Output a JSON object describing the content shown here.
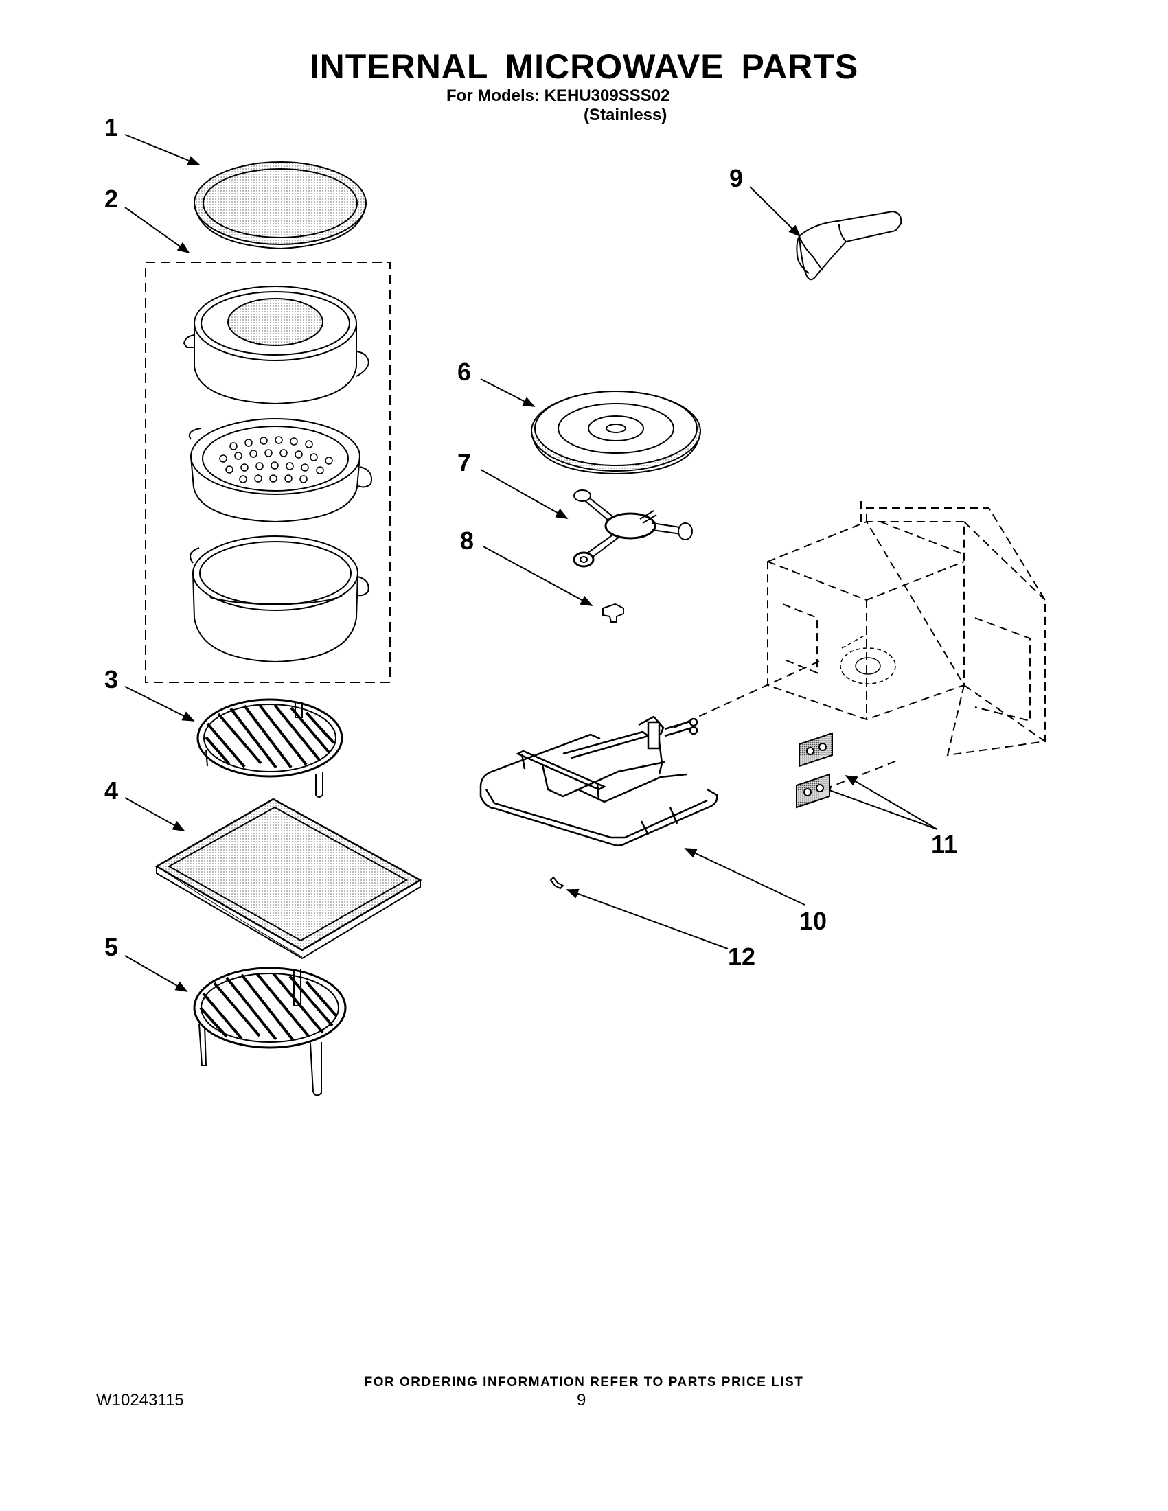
{
  "header": {
    "title": "INTERNAL MICROWAVE  PARTS",
    "models_line": "For Models: KEHU309SSS02",
    "finish_line": "(Stainless)"
  },
  "callouts": [
    {
      "id": "1",
      "label": "1"
    },
    {
      "id": "2",
      "label": "2"
    },
    {
      "id": "3",
      "label": "3"
    },
    {
      "id": "4",
      "label": "4"
    },
    {
      "id": "5",
      "label": "5"
    },
    {
      "id": "6",
      "label": "6"
    },
    {
      "id": "7",
      "label": "7"
    },
    {
      "id": "8",
      "label": "8"
    },
    {
      "id": "9",
      "label": "9"
    },
    {
      "id": "10",
      "label": "10"
    },
    {
      "id": "11",
      "label": "11"
    },
    {
      "id": "12",
      "label": "12"
    }
  ],
  "footer": {
    "ordering_note": "FOR ORDERING INFORMATION REFER TO PARTS PRICE LIST",
    "document_number": "W10243115",
    "page_number": "9"
  }
}
